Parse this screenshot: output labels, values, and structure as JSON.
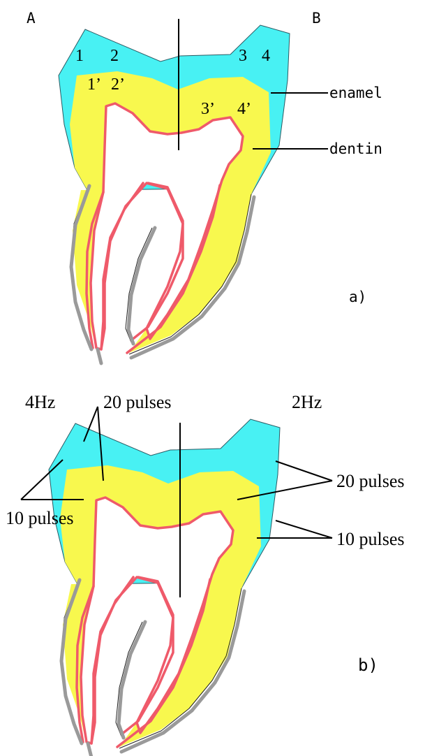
{
  "panel_a": {
    "side_left": "A",
    "side_right": "B",
    "enamel_points": [
      "1",
      "2",
      "3",
      "4"
    ],
    "dentin_points": [
      "1’",
      "2’",
      "3’",
      "4’"
    ],
    "label_enamel": "enamel",
    "label_dentin": "dentin",
    "panel_label": "a)"
  },
  "panel_b": {
    "freq_left": "4Hz",
    "freq_right": "2Hz",
    "pulses_top_left": "20 pulses",
    "pulses_left": "10 pulses",
    "pulses_right_top": "20 pulses",
    "pulses_right_bottom": "10 pulses",
    "panel_label": "b)"
  },
  "colors": {
    "enamel": "#48f1f3",
    "dentin": "#f8f84e",
    "pulp_outline": "#ef5a6a",
    "root_shadow": "#9a9a9a"
  }
}
